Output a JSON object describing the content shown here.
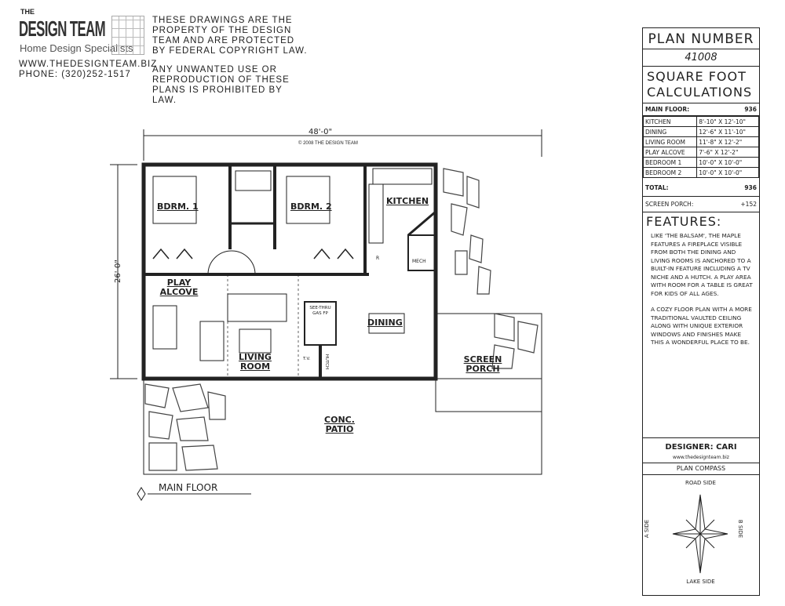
{
  "header": {
    "logo": {
      "the": "THE",
      "name": "DESIGN TEAM",
      "tagline": "Home Design Specialists"
    },
    "website": "WWW.THEDESIGNTEAM.BIZ",
    "phone": "PHONE: (320)252-1517",
    "notice": [
      "THESE DRAWINGS ARE THE PROPERTY OF THE DESIGN TEAM AND ARE PROTECTED BY FEDERAL COPYRIGHT LAW.",
      "ANY UNWANTED USE OR REPRODUCTION OF THESE PLANS IS PROHIBITED BY LAW."
    ]
  },
  "plan": {
    "width_dim": "48'-0\"",
    "depth_dim": "26'-0\"",
    "copyright": "© 2008 THE DESIGN TEAM",
    "rooms": {
      "bdrm1": "BDRM. 1",
      "bdrm2": "BDRM. 2",
      "kitchen": "KITCHEN",
      "play": "PLAY ALCOVE",
      "living": "LIVING ROOM",
      "dining": "DINING",
      "screen_porch": "SCREEN PORCH",
      "patio": "CONC. PATIO",
      "mech": "MECH",
      "fireplace": "SEE-THRU GAS FP",
      "tv": "T.V.",
      "hutch": "HUTCH",
      "fridge": "R"
    },
    "floor_label": "MAIN FLOOR"
  },
  "panel": {
    "plan_number_label": "PLAN NUMBER",
    "plan_number": "41008",
    "sqft_title": "SQUARE FOOT CALCULATIONS",
    "main_floor_label": "MAIN FLOOR:",
    "main_floor_value": "936",
    "rooms": [
      {
        "name": "KITCHEN",
        "size": "8'-10\" X 12'-10\""
      },
      {
        "name": "DINING",
        "size": "12'-6\" X 11'-10\""
      },
      {
        "name": "LIVING ROOM",
        "size": "11'-8\" X 12'-2\""
      },
      {
        "name": "PLAY ALCOVE",
        "size": "7'-6\" X 12'-2\""
      },
      {
        "name": "BEDROOM 1",
        "size": "10'-0\" X 10'-0\""
      },
      {
        "name": "BEDROOM 2",
        "size": "10'-0\" X 10'-0\""
      }
    ],
    "total_label": "TOTAL:",
    "total_value": "936",
    "porch_label": "SCREEN PORCH:",
    "porch_value": "+152",
    "features_title": "FEATURES:",
    "features": [
      "LIKE 'THE BALSAM', THE MAPLE FEATURES A FIREPLACE VISIBLE FROM BOTH THE DINING AND LIVING ROOMS IS ANCHORED TO A BUILT-IN FEATURE INCLUDING A TV NICHE AND A HUTCH. A PLAY AREA WITH ROOM FOR A TABLE IS GREAT FOR KIDS OF ALL AGES.",
      "A COZY FLOOR PLAN WITH A MORE TRADITIONAL VAULTED CEILING ALONG WITH UNIQUE EXTERIOR WINDOWS AND FINISHES MAKE THIS A WONDERFUL PLACE TO BE."
    ],
    "designer": "DESIGNER: CARI",
    "website": "www.thedesignteam.biz",
    "compass_title": "PLAN COMPASS",
    "compass": {
      "top": "ROAD SIDE",
      "bottom": "LAKE SIDE",
      "left": "A SIDE",
      "right": "B SIDE"
    }
  }
}
